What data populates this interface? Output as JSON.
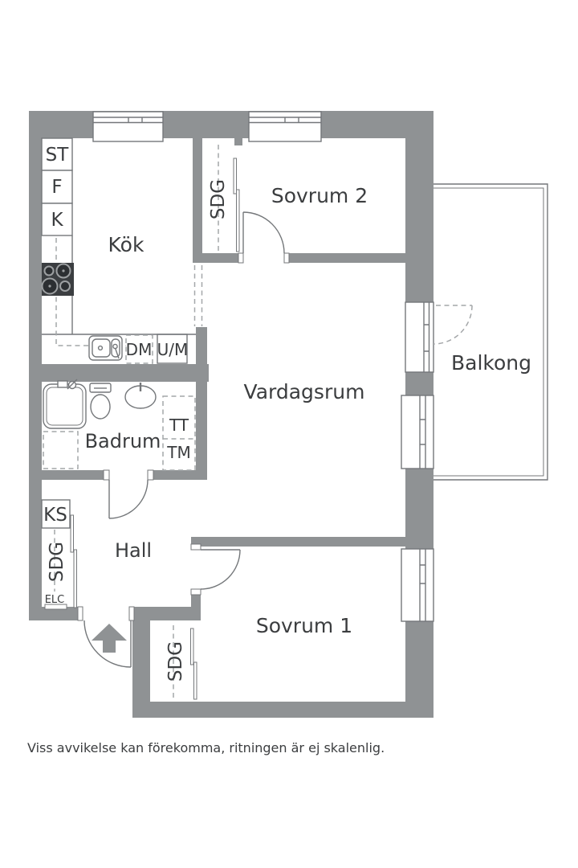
{
  "colors": {
    "wall": "#8f9294",
    "outline": "#74777a",
    "dashed": "#a4a7a9",
    "text": "#3b3d3f",
    "appliance": "#3b3e41"
  },
  "labels": {
    "st": "ST",
    "f": "F",
    "k": "K",
    "kitchen": "Kök",
    "wardrobe_bedroom2": "SDG",
    "bedroom2": "Sovrum 2",
    "balcony": "Balkong",
    "living_room": "Vardagsrum",
    "dm": "DM",
    "um": "U/M",
    "bathroom": "Badrum",
    "tt": "TT",
    "tm": "TM",
    "ks": "KS",
    "wardrobe_hall": "SDG",
    "elc": "ELC",
    "hall": "Hall",
    "bedroom1": "Sovrum 1",
    "wardrobe_bedroom1": "SDG"
  },
  "footer": {
    "disclaimer": "Viss avvikelse kan förekomma, ritningen är ej skalenlig."
  }
}
